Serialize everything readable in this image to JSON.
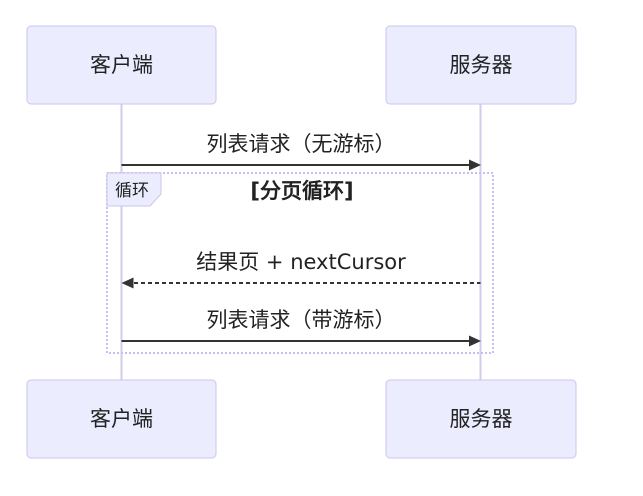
{
  "actors": {
    "client": "客户端",
    "server": "服务器"
  },
  "loop": {
    "tag": "循环",
    "condition": "[分页循环]"
  },
  "messages": [
    {
      "label": "列表请求（无游标）",
      "style": "solid",
      "from": "client",
      "to": "server"
    },
    {
      "label": "结果页 + nextCursor",
      "style": "dashed",
      "from": "server",
      "to": "client"
    },
    {
      "label": "列表请求（带游标）",
      "style": "solid",
      "from": "client",
      "to": "server"
    }
  ],
  "colors": {
    "background": "#FFFFFF",
    "actor_fill": "#ECECFF",
    "actor_border": "#CBC4EC",
    "lifeline": "#D2CBEA",
    "loop_border": "#C6BFF0",
    "message_line": "#333333",
    "text": "#222222"
  }
}
